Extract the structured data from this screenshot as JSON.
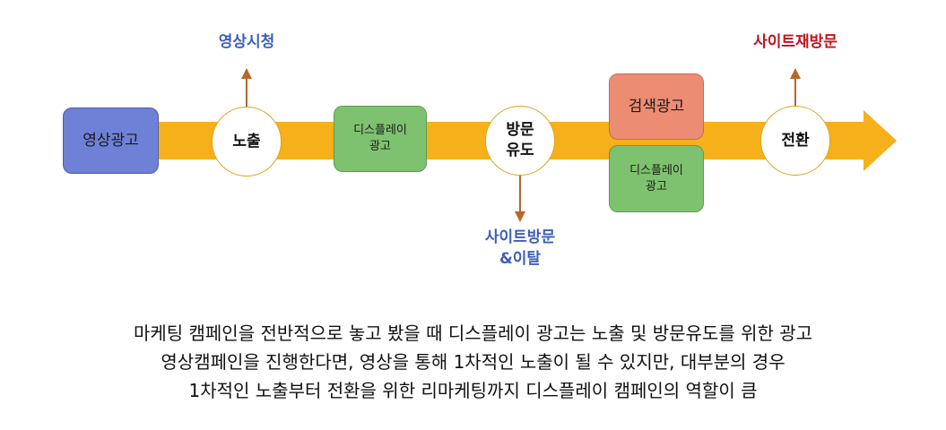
{
  "colors": {
    "arrow": "#f5b01a",
    "blue_node": "#6f81d6",
    "green_node": "#7ec270",
    "salmon_node": "#ec8c72",
    "annotation_blue": "#3d5fb8",
    "annotation_red": "#c0141c",
    "connector": "#b8662c"
  },
  "nodes": {
    "video_ad": "영상광고",
    "exposure": "노출",
    "display_ad_1": [
      "디스플레이",
      "광고"
    ],
    "visit_induce": [
      "방문",
      "유도"
    ],
    "search_ad": "검색광고",
    "display_ad_2": [
      "디스플레이",
      "광고"
    ],
    "conversion": "전환"
  },
  "annotations": {
    "video_view": "영상시청",
    "site_revisit": "사이트재방문",
    "site_visit_bounce": [
      "사이트방문",
      "&이탈"
    ]
  },
  "caption": [
    "마케팅 캠페인을 전반적으로 놓고 봤을 때 디스플레이 광고는 노출 및 방문유도를 위한 광고",
    "영상캠페인을 진행한다면, 영상을 통해 1차적인 노출이 될 수 있지만, 대부분의 경우",
    "1차적인 노출부터 전환을 위한 리마케팅까지 디스플레이 캠페인의 역할이 큼"
  ]
}
